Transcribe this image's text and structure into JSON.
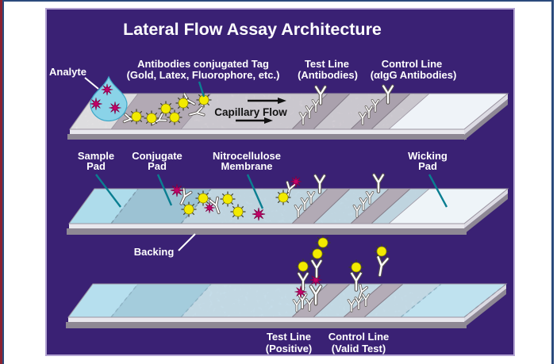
{
  "diagram": {
    "title": "Lateral Flow Assay Architecture",
    "labels": {
      "analyte": "Analyte",
      "conjugated_tag_line1": "Antibodies conjugated Tag",
      "conjugated_tag_line2": "(Gold, Latex, Fluorophore, etc.)",
      "test_line_line1": "Test Line",
      "test_line_line2": "(Antibodies)",
      "control_line_line1": "Control Line",
      "control_line_line2": "(αIgG Antibodies)",
      "capillary_flow": "Capillary Flow",
      "sample_pad_line1": "Sample",
      "sample_pad_line2": "Pad",
      "conjugate_pad_line1": "Conjugate",
      "conjugate_pad_line2": "Pad",
      "membrane_line1": "Nitrocellulose",
      "membrane_line2": "Membrane",
      "wicking_line1": "Wicking",
      "wicking_line2": "Pad",
      "backing": "Backing",
      "test_positive_line1": "Test Line",
      "test_positive_line2": "(Positive)",
      "control_valid_line1": "Control Line",
      "control_valid_line2": "(Valid Test)"
    },
    "colors": {
      "background": "#3a2174",
      "panel_border": "#b2a3d2",
      "frame_line": "#2a4a7c",
      "accent_bar": "#8c2130",
      "droplet_blue": "#8ad3e8",
      "analyte_magenta": "#c4006a",
      "tag_yellow": "#f2ea00",
      "callout_teal": "#0a7e91",
      "backing_gray": "#8e8894"
    }
  }
}
